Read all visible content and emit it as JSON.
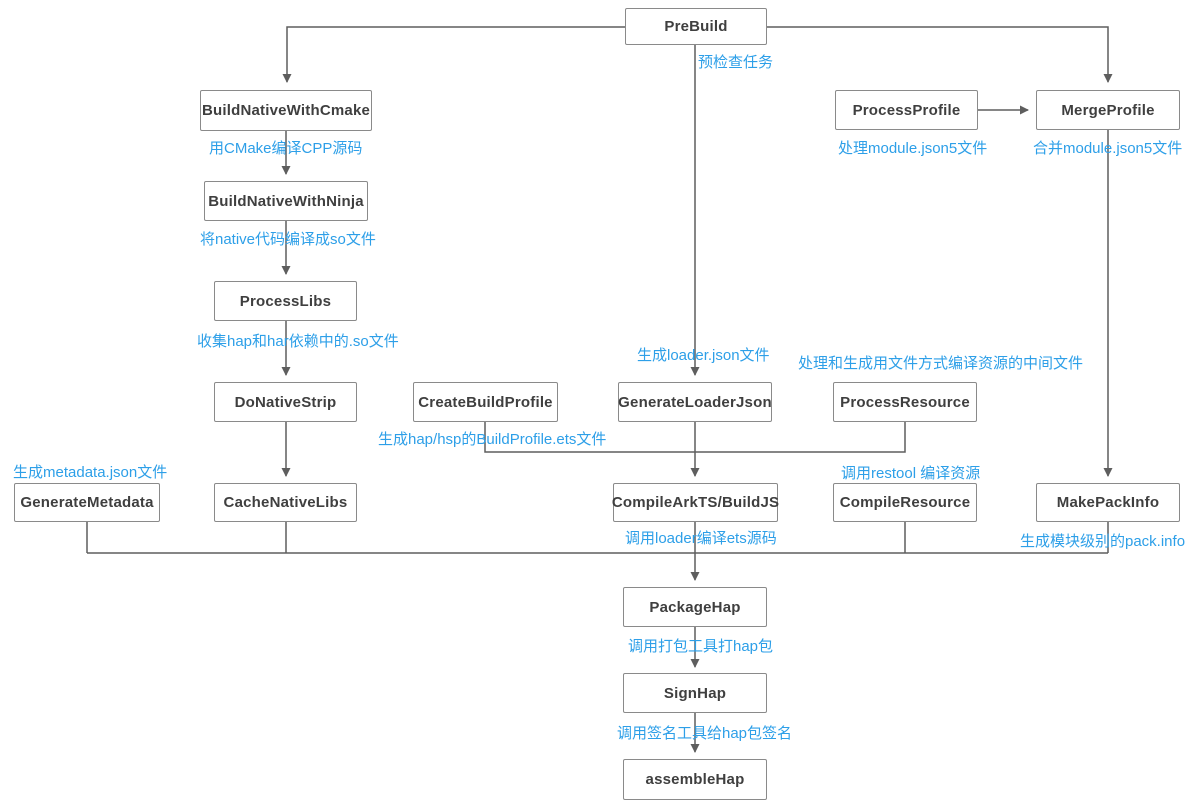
{
  "colors": {
    "background": "#ffffff",
    "box_border": "#8a8a8a",
    "box_text": "#3f3f3f",
    "line": "#5e5e5e",
    "annotation": "#2d9fe8"
  },
  "nodes": {
    "prebuild": {
      "label": "PreBuild"
    },
    "build_native_with_cmake": {
      "label": "BuildNativeWithCmake"
    },
    "process_profile": {
      "label": "ProcessProfile"
    },
    "merge_profile": {
      "label": "MergeProfile"
    },
    "build_native_with_ninja": {
      "label": "BuildNativeWithNinja"
    },
    "process_libs": {
      "label": "ProcessLibs"
    },
    "do_native_strip": {
      "label": "DoNativeStrip"
    },
    "create_build_profile": {
      "label": "CreateBuildProfile"
    },
    "generate_loader_json": {
      "label": "GenerateLoaderJson"
    },
    "process_resource": {
      "label": "ProcessResource"
    },
    "generate_metadata": {
      "label": "GenerateMetadata"
    },
    "cache_native_libs": {
      "label": "CacheNativeLibs"
    },
    "compile_arkts": {
      "label": "CompileArkTS/BuildJS"
    },
    "compile_resource": {
      "label": "CompileResource"
    },
    "make_pack_info": {
      "label": "MakePackInfo"
    },
    "package_hap": {
      "label": "PackageHap"
    },
    "sign_hap": {
      "label": "SignHap"
    },
    "assemble_hap": {
      "label": "assembleHap"
    }
  },
  "annotations": {
    "prebuild_note": "预检查任务",
    "cmake_note": "用CMake编译CPP源码",
    "ninja_note": "将native代码编译成so文件",
    "process_libs_note": "收集hap和har依赖中的.so文件",
    "generate_metadata_note": "生成metadata.json文件",
    "create_build_profile_note": "生成hap/hsp的BuildProfile.ets文件",
    "generate_loader_json_note": "生成loader.json文件",
    "process_resource_note": "处理和生成用文件方式编译资源的中间文件",
    "compile_resource_note": "调用restool 编译资源",
    "process_profile_note": "处理module.json5文件",
    "merge_profile_note": "合并module.json5文件",
    "compile_arkts_note": "调用loader编译ets源码",
    "make_pack_info_note": "生成模块级别的pack.info",
    "package_hap_note": "调用打包工具打hap包",
    "sign_hap_note": "调用签名工具给hap包签名"
  }
}
